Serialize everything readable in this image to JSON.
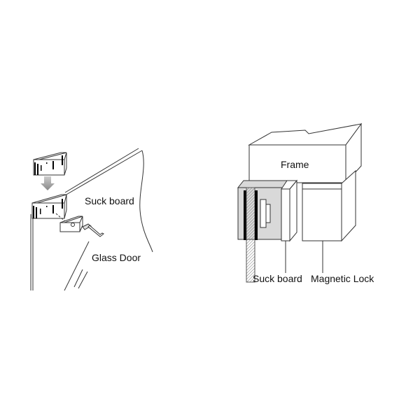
{
  "left_diagram": {
    "labels": {
      "suck_board": "Suck  board",
      "glass_door": "Glass Door"
    }
  },
  "right_diagram": {
    "labels": {
      "frame": "Frame",
      "suck_board": "Suck  board",
      "magnetic_lock": "Magnetic Lock"
    }
  },
  "colors": {
    "line": "#333333",
    "fill_gray": "#d9d9d9",
    "arrow": "#999999"
  }
}
